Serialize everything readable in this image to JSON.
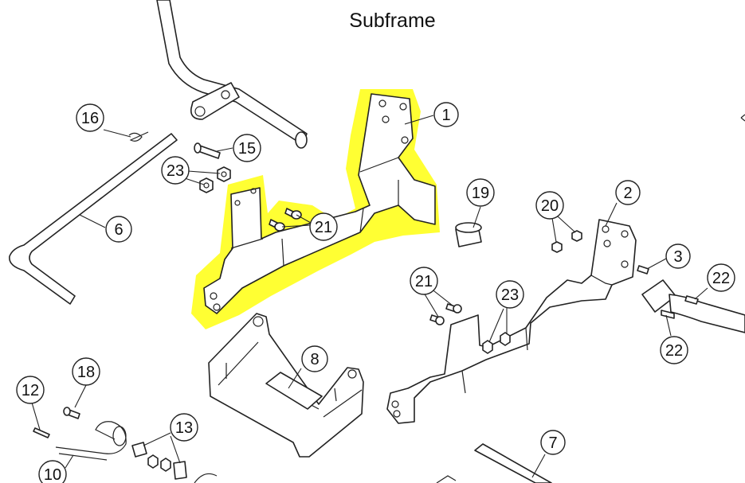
{
  "title": "Subframe",
  "highlight_color": "#ffff33",
  "callouts": {
    "c1": "1",
    "c2": "2",
    "c3": "3",
    "c6": "6",
    "c7": "7",
    "c8": "8",
    "c10": "10",
    "c12": "12",
    "c13": "13",
    "c15": "15",
    "c16": "16",
    "c18": "18",
    "c19": "19",
    "c20": "20",
    "c21a": "21",
    "c21b": "21",
    "c22a": "22",
    "c22b": "22",
    "c23a": "23",
    "c23b": "23"
  }
}
